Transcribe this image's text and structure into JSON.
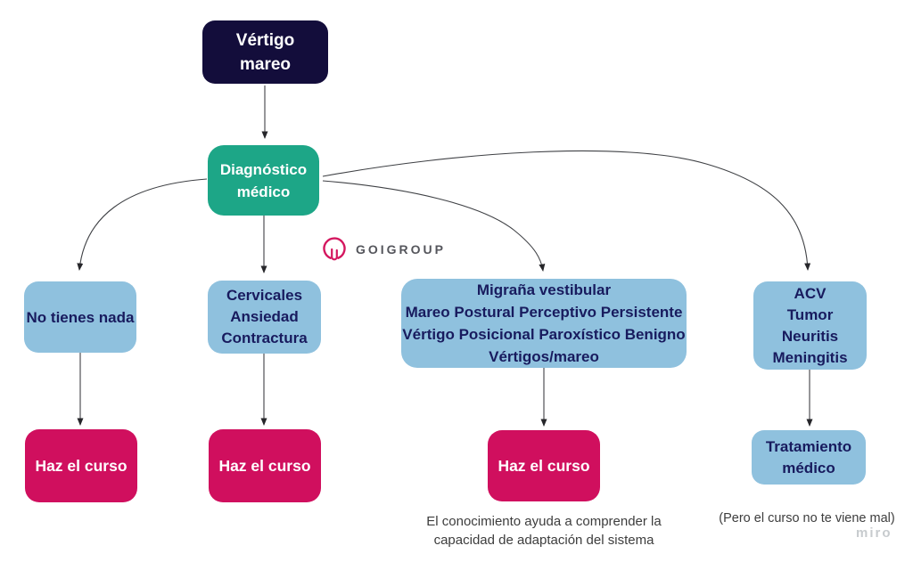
{
  "diagram": {
    "nodes": {
      "vertigo_mareo": {
        "lines": [
          "Vértigo",
          "mareo"
        ]
      },
      "diagnostico_medico": {
        "lines": [
          "Diagnóstico",
          "médico"
        ]
      },
      "no_tienes_nada": {
        "lines": [
          "No tienes nada"
        ]
      },
      "cervicales": {
        "lines": [
          "Cervicales",
          "Ansiedad",
          "Contractura"
        ]
      },
      "migrana": {
        "lines": [
          "Migraña vestibular",
          "Mareo Postural Perceptivo Persistente",
          "Vértigo Posicional Paroxístico Benigno",
          "Vértigos/mareo"
        ]
      },
      "acv": {
        "lines": [
          "ACV",
          "Tumor",
          "Neuritis",
          "Meningitis"
        ]
      },
      "haz_curso_1": {
        "label": "Haz el curso"
      },
      "haz_curso_2": {
        "label": "Haz el curso"
      },
      "haz_curso_3": {
        "label": "Haz el curso"
      },
      "tratamiento_medico": {
        "lines": [
          "Tratamiento",
          "médico"
        ]
      }
    },
    "edges": [
      {
        "from": "vertigo_mareo",
        "to": "diagnostico_medico"
      },
      {
        "from": "diagnostico_medico",
        "to": "no_tienes_nada"
      },
      {
        "from": "diagnostico_medico",
        "to": "cervicales"
      },
      {
        "from": "diagnostico_medico",
        "to": "migrana"
      },
      {
        "from": "diagnostico_medico",
        "to": "acv"
      },
      {
        "from": "no_tienes_nada",
        "to": "haz_curso_1"
      },
      {
        "from": "cervicales",
        "to": "haz_curso_2"
      },
      {
        "from": "migrana",
        "to": "haz_curso_3"
      },
      {
        "from": "acv",
        "to": "tratamiento_medico"
      }
    ],
    "captions": {
      "conocimiento_line1": "El conocimiento ayuda a comprender la",
      "conocimiento_line2": "capacidad de adaptación del sistema",
      "pero": "(Pero el curso no te viene mal)"
    },
    "logo": {
      "text": "GOIGROUP"
    },
    "watermark": "miro",
    "colors": {
      "dark_navy": "#130d3b",
      "teal": "#1da687",
      "light_blue": "#8fc1de",
      "magenta": "#d00f5e",
      "node_text_navy": "#181b5e",
      "caption_gray": "#3d3d3d",
      "logo_pink": "#d4175f",
      "connector": "#3f4145"
    }
  }
}
